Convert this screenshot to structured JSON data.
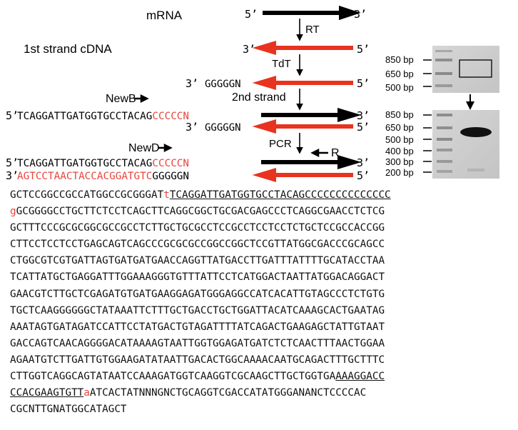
{
  "diagram": {
    "labels": {
      "mrna": "mRNA",
      "cdna1": "1st strand cDNA",
      "rt": "RT",
      "tdt": "TdT",
      "second": "2nd strand",
      "pcr": "PCR",
      "newb": "NewB",
      "newd": "NewD",
      "r": "R"
    },
    "ends": {
      "five": "5’",
      "three": "3’"
    },
    "sequences": {
      "g_tail": "GGGGGN",
      "primer_black": "TCAGGATTGATGGTGCCTACAG",
      "primer_red_c": "CCCCCN",
      "rev_red": "AGTCCTAACTACCACGGATGTC"
    },
    "gel": {
      "top_markers": [
        "850 bp",
        "650 bp",
        "500 bp"
      ],
      "bottom_markers": [
        "850 bp",
        "650 bp",
        "500 bp",
        "400 bp",
        "300 bp",
        "200 bp"
      ]
    },
    "colors": {
      "black_arrow": "#000000",
      "red_arrow": "#e8331f",
      "red_text": "#e8453c"
    }
  },
  "sequence_text": {
    "lines": [
      [
        {
          "t": "GCTCCGGCCGCCATGGCCGCGGGAT"
        },
        {
          "t": "t",
          "c": "red"
        },
        {
          "t": "TCAGGATTGATGGTGCCTACAGCCCCCCCCCCCCCC",
          "c": "ul"
        }
      ],
      [
        {
          "t": "g",
          "c": "red"
        },
        {
          "t": "GCGGGGCCTGCTTCTCCTCAGCTTCAGGCGGCTGCGACGAGCCCTCAGGCGAACCTCTCG"
        }
      ],
      [
        {
          "t": "GCTTTCCCGCGCGGCGCCGCCTCTTGCTGCGCCTCCGCCTCCTCCTCTGCTCCGCCACCGG"
        }
      ],
      [
        {
          "t": "CTTCCTCCTCCTGAGCAGTCAGCCCGCGCGCCGGCCGGCTCCGTTATGGCGACCCGCAGCC"
        }
      ],
      [
        {
          "t": "CTGGCGTCGTGATTAGTGATGATGAACCAGGTTATGACCTTGATTTATTTTGCATACCTAA"
        }
      ],
      [
        {
          "t": "TCATTATGCTGAGGATTTGGAAAGGGTGTTTATTCCTCATGGACTAATTATGGACAGGACT"
        }
      ],
      [
        {
          "t": "GAACGTCTTGCTCGAGATGTGATGAAGGAGATGGGAGGCCATCACATTGTAGCCCTCTGTG"
        }
      ],
      [
        {
          "t": "TGCTCAAGGGGGGCTATAAATTCTTTGCTGACCTGCTGGATTACATCAAAGCACTGAATAG"
        }
      ],
      [
        {
          "t": "AAATAGTGATAGATCCATTCCTATGACTGTAGATTTTATCAGACTGAAGAGCTATTGTAAT"
        }
      ],
      [
        {
          "t": "GACCAGTCAACAGGGGACATAAAAGTAATTGGTGGAGATGATCTCTCAACTTTAACTGGAA"
        }
      ],
      [
        {
          "t": "AGAATGTCTTGATTGTGGAAGATATAATTGACACTGGCAAAACAATGCAGACTTTGCTTTC"
        }
      ],
      [
        {
          "t": "CTTGGTCAGGCAGTATAATCCAAAGATGGTCAAGGTCGCAAGCTTGCTGGTGA"
        },
        {
          "t": "AAAGGACC",
          "c": "ul"
        }
      ],
      [
        {
          "t": "CCACGAAGTGTT",
          "c": "ul"
        },
        {
          "t": "a",
          "c": "red"
        },
        {
          "t": "ATCACTATNNNGNCTGCAGGTCGACCATATGGGANANCTCCCCAC"
        }
      ],
      [
        {
          "t": "CGCNTTGNATGGCATAGCT"
        }
      ]
    ]
  }
}
